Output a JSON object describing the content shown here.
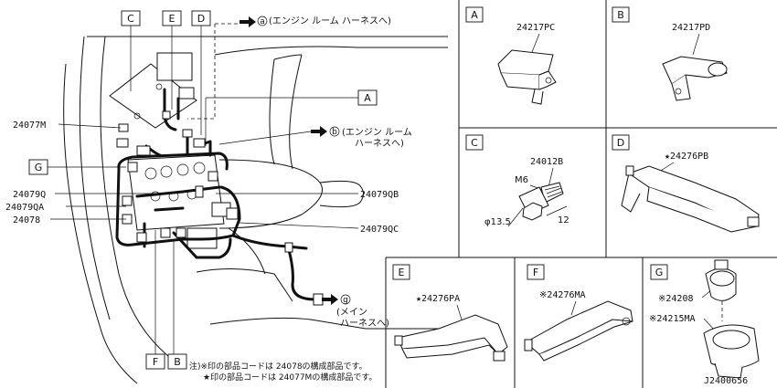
{
  "main_view": {
    "callouts": {
      "c": "C",
      "e": "E",
      "d": "D",
      "a": "A",
      "g": "G",
      "f": "F",
      "b": "B"
    },
    "part_labels": {
      "p24077m": "24077M",
      "p24079q": "24079Q",
      "p24079qa": "24079QA",
      "p24078": "24078",
      "p24079qb": "24079QB",
      "p24079qc": "24079QC"
    },
    "connections": {
      "a_symbol": "a",
      "a_text": "(エンジン ルーム ハーネスへ)",
      "b_symbol": "b",
      "b_text_1": "(エンジン ルーム",
      "b_text_2": "ハーネスへ)",
      "g_symbol": "g",
      "g_text_1": "(メイン",
      "g_text_2": "ハーネスへ)"
    },
    "notes": {
      "note_1": "注)※印の部品コードは 24078の構成部品です。",
      "note_2": "★印の部品コードは 24077Mの構成部品です。"
    }
  },
  "panels": {
    "A": {
      "letter": "A",
      "part": "24217PC"
    },
    "B": {
      "letter": "B",
      "part": "24217PD"
    },
    "C": {
      "letter": "C",
      "part": "24012B",
      "thread": "M6",
      "dia": "φ13.5",
      "len": "12"
    },
    "D": {
      "letter": "D",
      "part": "★24276PB"
    },
    "E": {
      "letter": "E",
      "part": "★24276PA"
    },
    "F": {
      "letter": "F",
      "part": "※24276MA"
    },
    "G": {
      "letter": "G",
      "part1": "※24208",
      "part2": "※24215MA"
    }
  },
  "diagram_id": "J2400656"
}
